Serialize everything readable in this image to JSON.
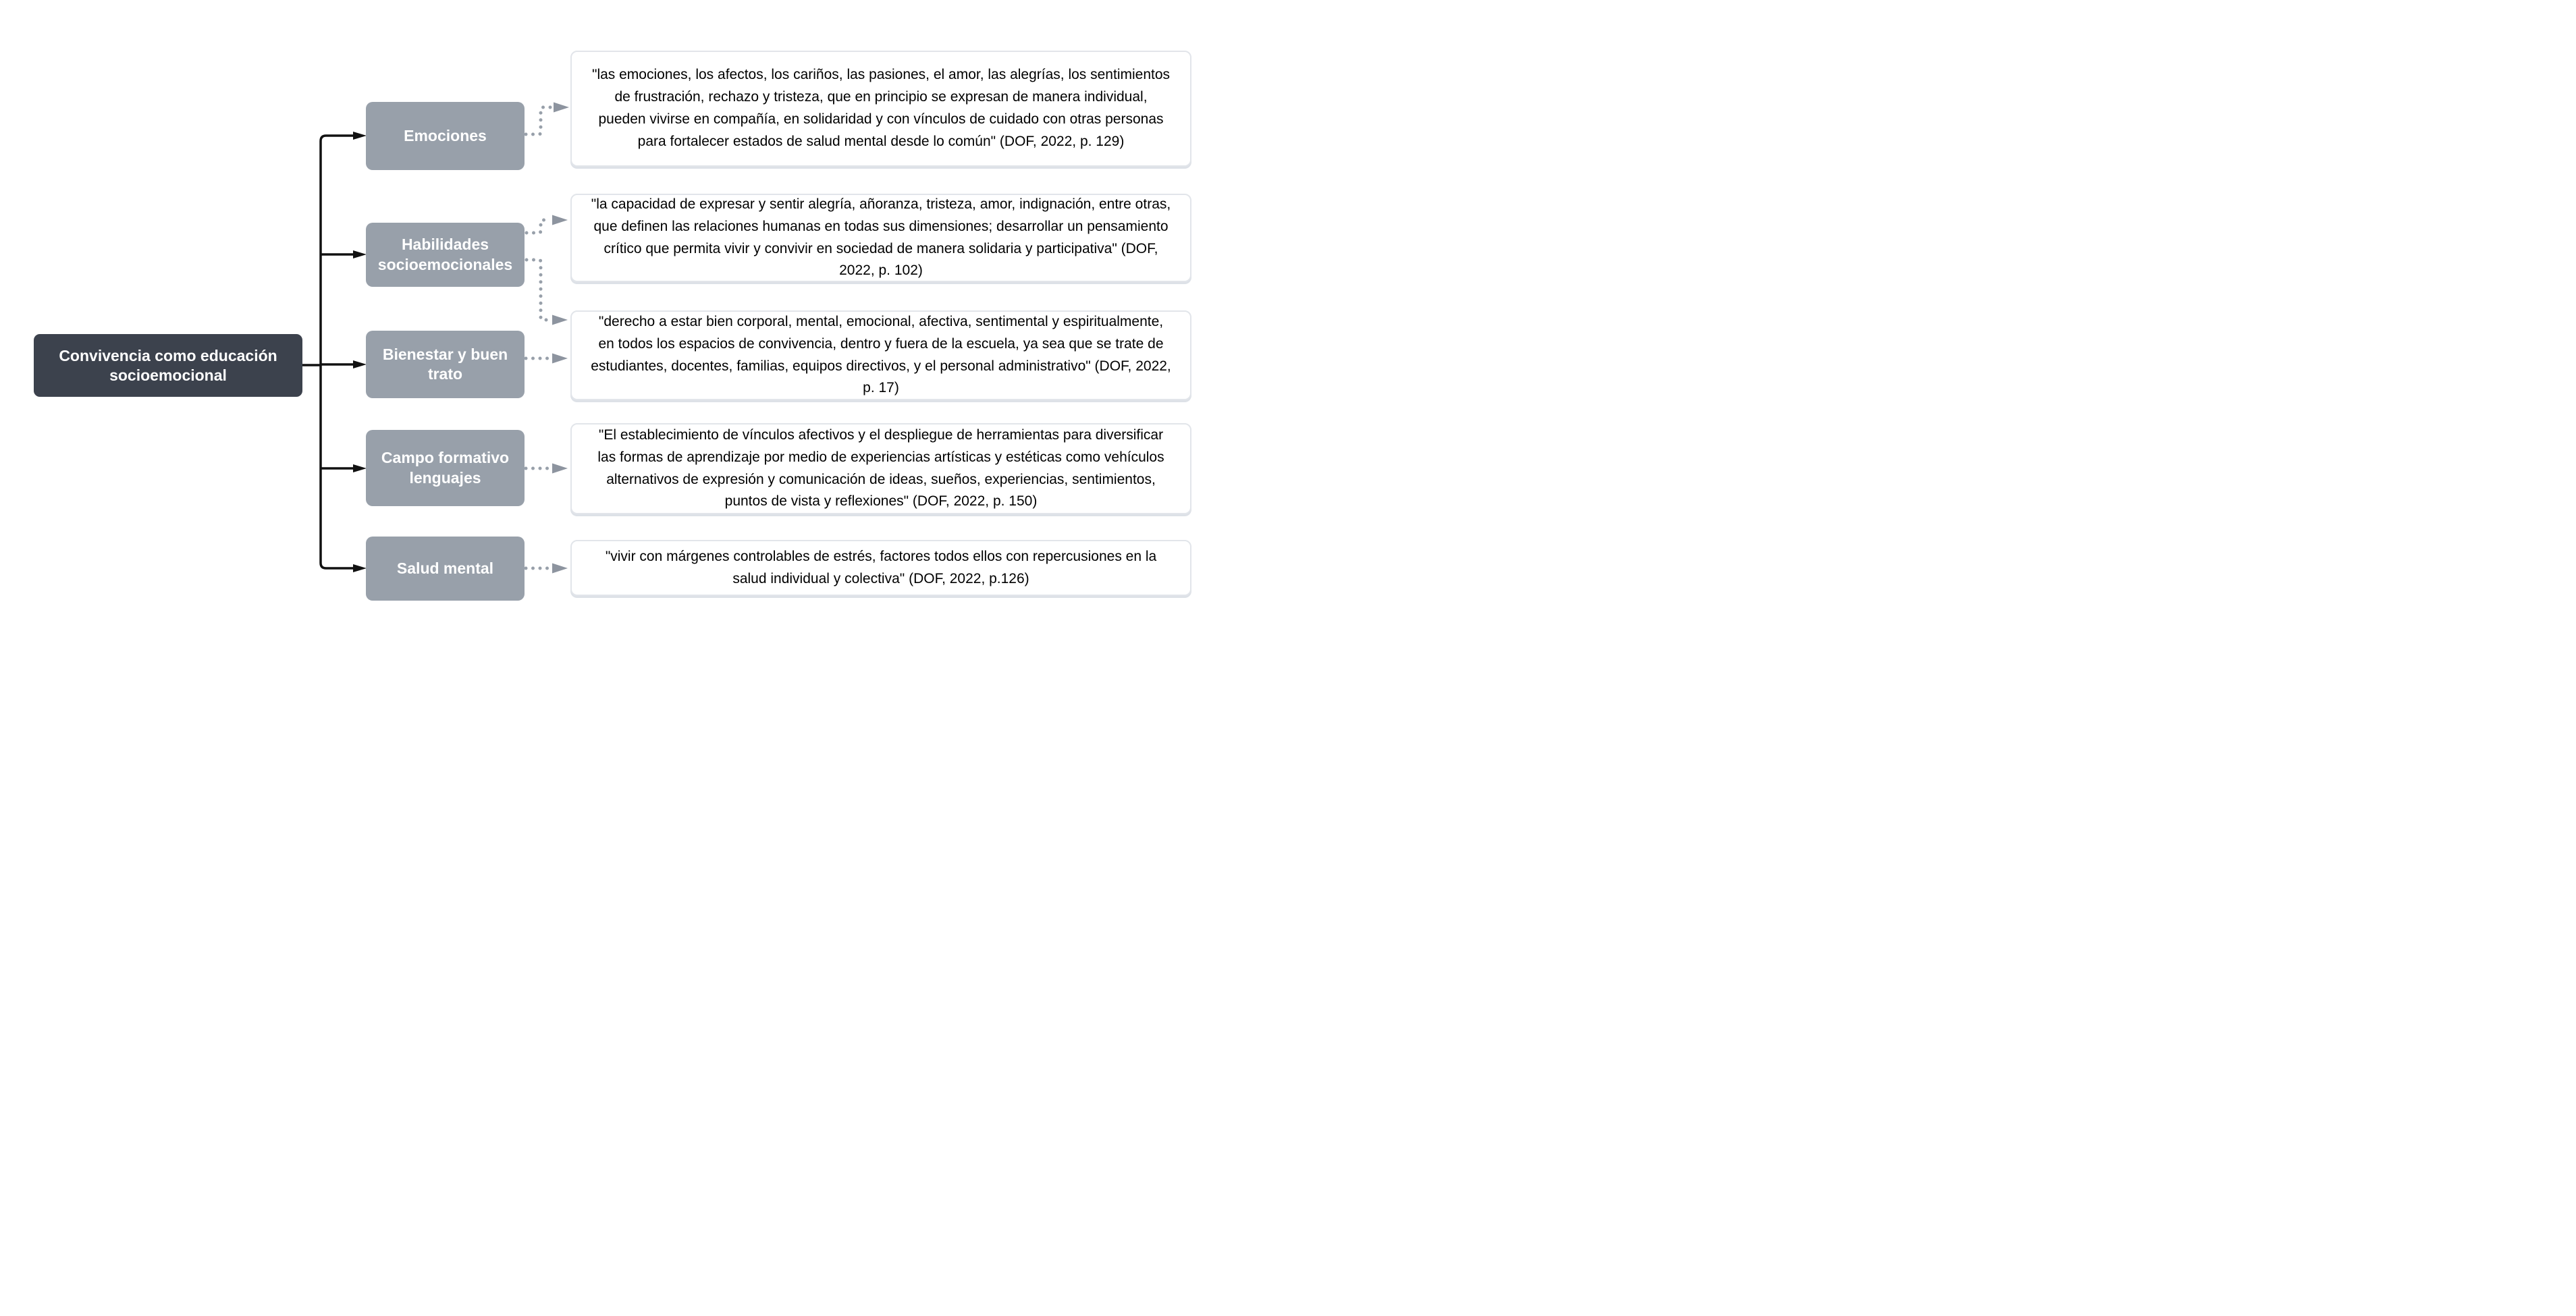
{
  "diagram_title": "Convivencia como educación socioemocional",
  "root": {
    "label": "Convivencia como educación socioemocional"
  },
  "nodes": [
    {
      "id": "emociones",
      "label": "Emociones",
      "quote": "\"las emociones, los afectos, los cariños, las pasiones, el amor, las alegrías, los sentimientos de frustración, rechazo y tristeza, que en principio se expresan de manera individual, pueden vivirse en compañía, en solidaridad y con vínculos de cuidado con otras personas para fortalecer estados de salud mental desde lo común\" (DOF, 2022, p. 129)"
    },
    {
      "id": "habilidades-socioemocionales",
      "label": "Habilidades socioemocionales",
      "quote": "\"la capacidad de expresar y sentir alegría, añoranza, tristeza, amor, indignación, entre otras, que definen las relaciones humanas en todas sus dimensiones; desarrollar un pensamiento crítico que permita vivir y convivir en sociedad de manera solidaria y participativa\" (DOF, 2022, p. 102)"
    },
    {
      "id": "bienestar-y-buen-trato",
      "label": "Bienestar y buen trato",
      "quote": "\"derecho a estar bien corporal, mental, emocional, afectiva, sentimental y espiritualmente, en todos los espacios de convivencia, dentro y fuera de la escuela, ya sea que se trate de estudiantes, docentes, familias, equipos directivos, y el personal administrativo\" (DOF, 2022, p. 17)"
    },
    {
      "id": "campo-formativo-lenguajes",
      "label": "Campo formativo lenguajes",
      "quote": "\"El establecimiento de vínculos afectivos y el despliegue de herramientas para diversificar las formas de aprendizaje por medio de experiencias artísticas y estéticas como vehículos alternativos de expresión y comunicación de ideas, sueños, experiencias, sentimientos, puntos de vista y reflexiones\" (DOF, 2022, p. 150)"
    },
    {
      "id": "salud-mental",
      "label": "Salud mental",
      "quote": "\"vivir con márgenes controlables de estrés, factores todos ellos con repercusiones en la salud individual y colectiva\" (DOF, 2022, p.126)"
    }
  ],
  "edges": {
    "solid_black": [
      "root -> emociones",
      "root -> habilidades-socioemocionales",
      "root -> bienestar-y-buen-trato",
      "root -> campo-formativo-lenguajes",
      "root -> salud-mental"
    ],
    "dotted_gray": [
      "emociones -> quote-emociones",
      "habilidades-socioemocionales -> quote-habilidades",
      "habilidades-socioemocionales -> quote-bienestar",
      "bienestar-y-buen-trato -> quote-bienestar",
      "campo-formativo-lenguajes -> quote-campo",
      "salud-mental -> quote-salud"
    ]
  },
  "colors": {
    "canvas_bg": "#ffffff",
    "root_fill": "#3c424d",
    "node_fill": "#98a0aa",
    "connector_solid": "#111111",
    "connector_dotted": "#98a0aa",
    "arrow_dotted": "#8d949f",
    "quote_bg": "#ffffff",
    "quote_border": "#e2e5ea",
    "quote_shadow": "#dde1e7",
    "text_light": "#ffffff",
    "text_dark": "#000000"
  }
}
